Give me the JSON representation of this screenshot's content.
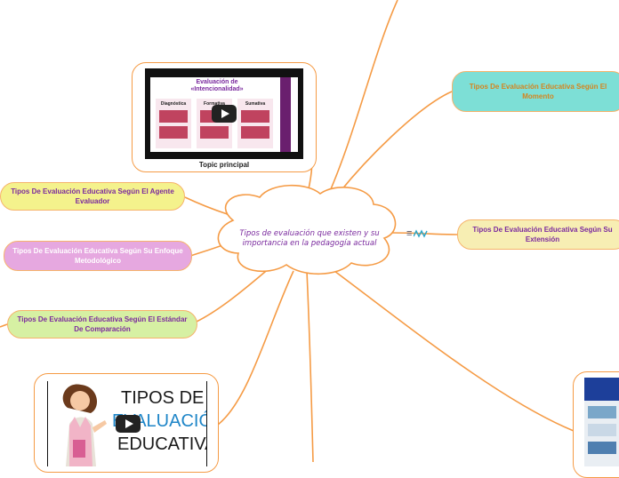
{
  "central": {
    "text": "Tipos de evaluación que existen y su importancia en la pedagogía actual"
  },
  "central_badge": {
    "text": "≡",
    "icon": "wave-lines-icon"
  },
  "video_top": {
    "caption": "Topic principal",
    "slide_title": "Evaluación de «Intencionalidad»",
    "columns": [
      "Diagnóstica",
      "Formativa",
      "Sumativa"
    ]
  },
  "video_bottom": {
    "line1": "TIPOS DE",
    "line2": "EVALUACIÓN",
    "line3": "EDUCATIVA"
  },
  "nodes": {
    "momento": {
      "text": "Tipos De Evaluación Educativa Según El Momento",
      "color": "#7ddfd6"
    },
    "extension": {
      "text": "Tipos De Evaluación Educativa Según Su Extensión",
      "color": "#f7eeb3"
    },
    "agente": {
      "text": "Tipos De Evaluación Educativa Según El Agente Evaluador",
      "color": "#f4f28c"
    },
    "enfoque": {
      "text": "Tipos De Evaluación Educativa Según Su Enfoque Metodológico",
      "color": "#e6a8e0"
    },
    "estandar": {
      "text": "Tipos De Evaluación Educativa Según El Estándar De Comparación",
      "color": "#d6f0a3"
    }
  },
  "colors": {
    "link": "#f59b45",
    "text_purple": "#7a2a9e"
  }
}
